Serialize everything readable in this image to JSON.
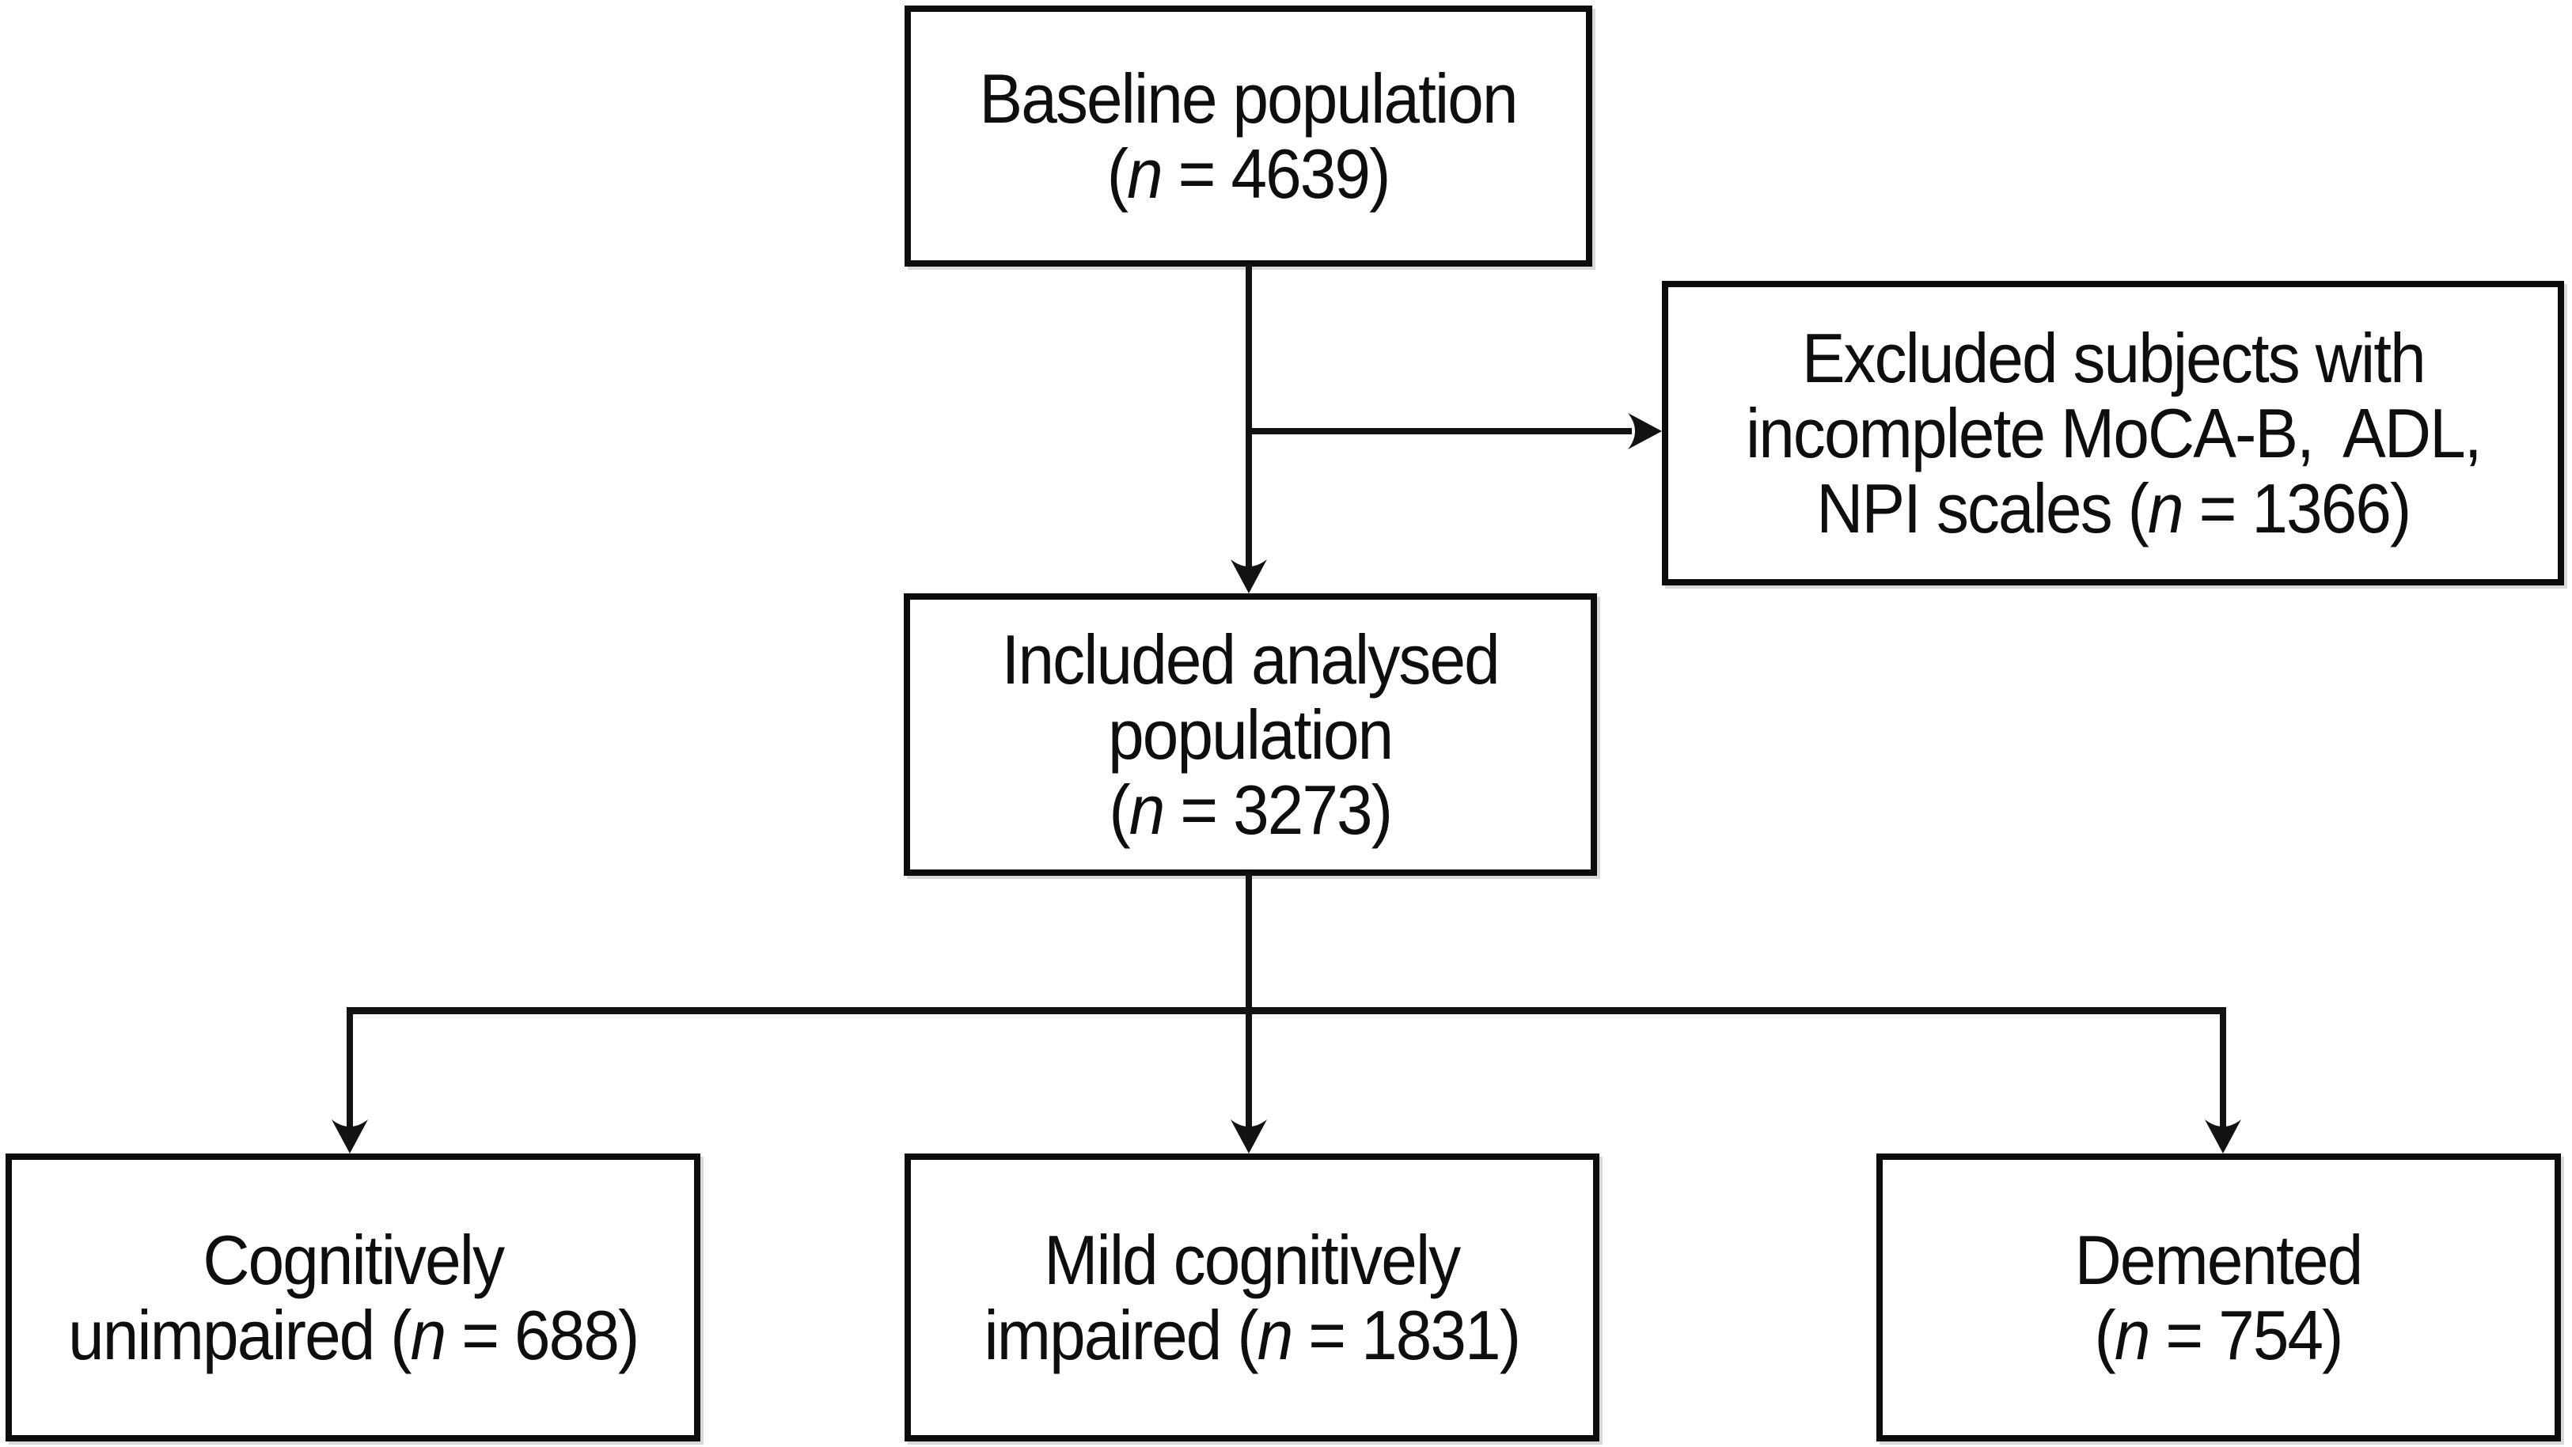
{
  "diagram": {
    "type": "flowchart",
    "colors": {
      "background": "#ffffff",
      "line": "#121212",
      "text": "#0e0e0e",
      "border": "#0c0c0c"
    },
    "nodes": {
      "baseline": {
        "pre": "Baseline population\n(",
        "n": "n",
        "post": " = 4639)"
      },
      "excluded": {
        "pre": "Excluded subjects with\nincomplete MoCA-B,  ADL,\nNPI scales (",
        "n": "n",
        "post": " = 1366)"
      },
      "included": {
        "pre": "Included analysed\npopulation\n(",
        "n": "n",
        "post": " = 3273)"
      },
      "unimpaired": {
        "pre": "Cognitively\nunimpaired (",
        "n": "n",
        "post": " = 688)"
      },
      "mci": {
        "pre": "Mild cognitively\nimpaired (",
        "n": "n",
        "post": " = 1831)"
      },
      "demented": {
        "pre": "Demented\n(",
        "n": "n",
        "post": " = 754)"
      }
    }
  }
}
